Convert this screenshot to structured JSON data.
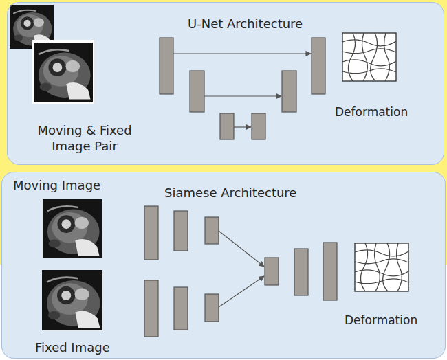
{
  "diagram": {
    "nodes": [
      {
        "text": [
          "U-Net Architecture",
          "Deformation",
          "Moving & Fixed Image Pair"
        ]
      },
      {
        "text": [
          "Moving Image",
          "Siamese Architecture",
          "Deformation",
          "Fixed Image"
        ]
      }
    ]
  }
}
